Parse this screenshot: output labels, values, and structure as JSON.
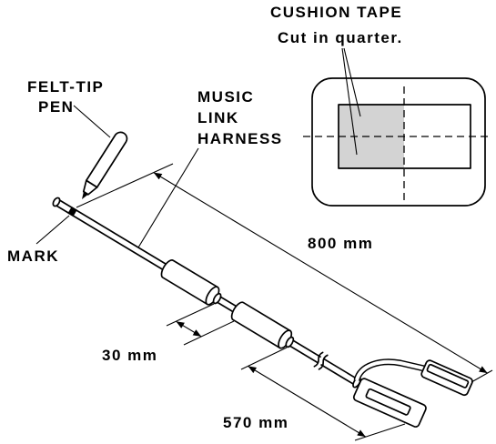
{
  "labels": {
    "cushion_tape": "CUSHION TAPE",
    "cut_in_quarter": "Cut in quarter.",
    "felt_tip": "FELT-TIP",
    "pen": "PEN",
    "music": "MUSIC",
    "link": "LINK",
    "harness": "HARNESS",
    "mark": "MARK"
  },
  "dimensions": {
    "overall_length": "800 mm",
    "tape_gap": "30 mm",
    "tape_to_connector": "570 mm"
  },
  "colors": {
    "tape_fill": "#d3d3d3",
    "background": "#ffffff"
  }
}
